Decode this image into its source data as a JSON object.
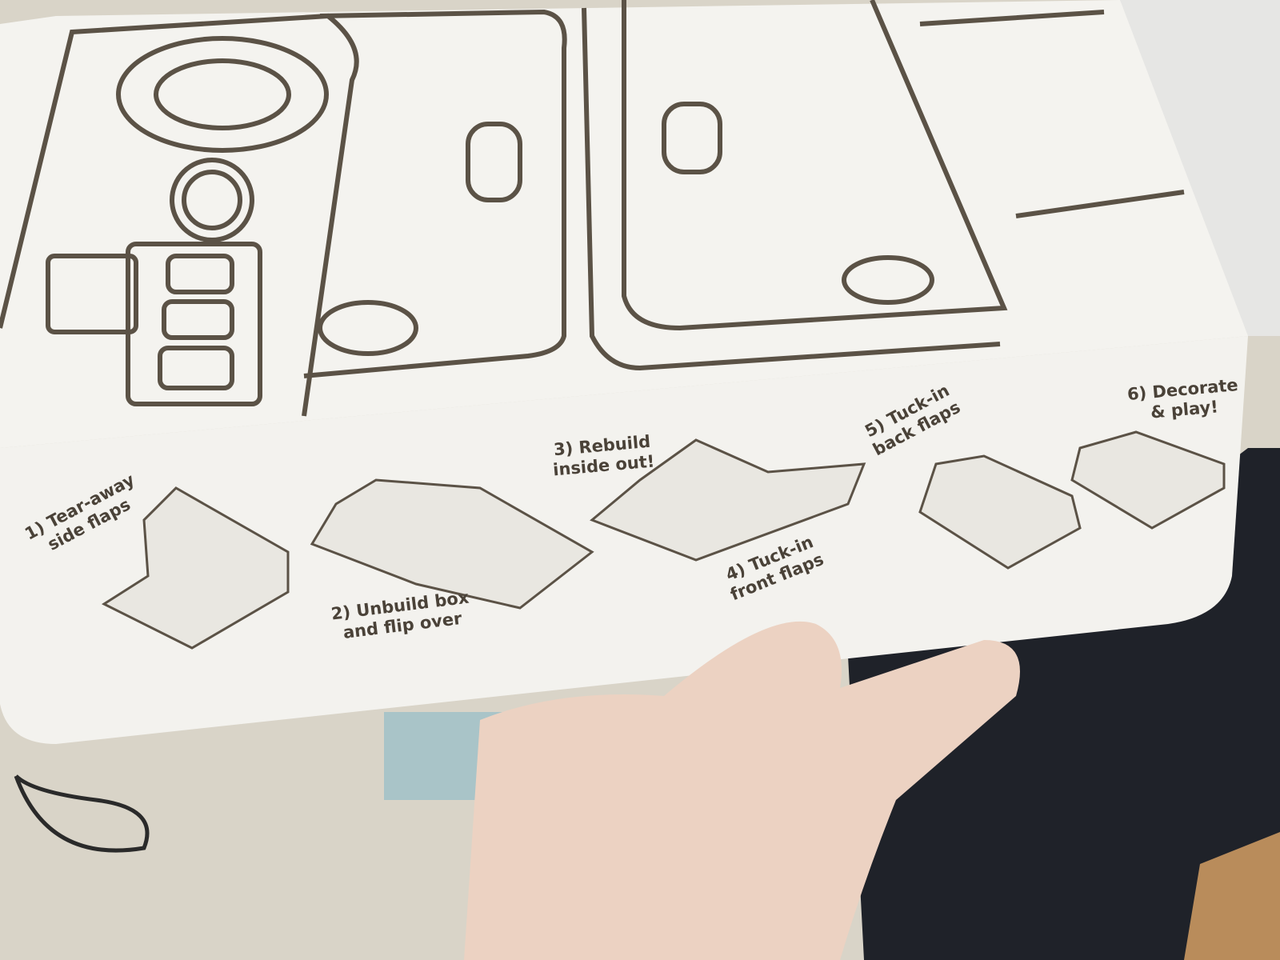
{
  "instructions": {
    "steps": [
      {
        "label": "1) Tear-away\nside flaps"
      },
      {
        "label": "2) Unbuild box\nand flip over"
      },
      {
        "label": "3) Rebuild\ninside out!"
      },
      {
        "label": "4) Tuck-in\nfront flaps"
      },
      {
        "label": "5) Tuck-in\nback flaps"
      },
      {
        "label": "6) Decorate\n& play!"
      }
    ]
  },
  "colors": {
    "ink": "#5b5246",
    "card": "#f3f2ee",
    "floor": "#d9d4c8",
    "skin": "#ecd2c2"
  }
}
